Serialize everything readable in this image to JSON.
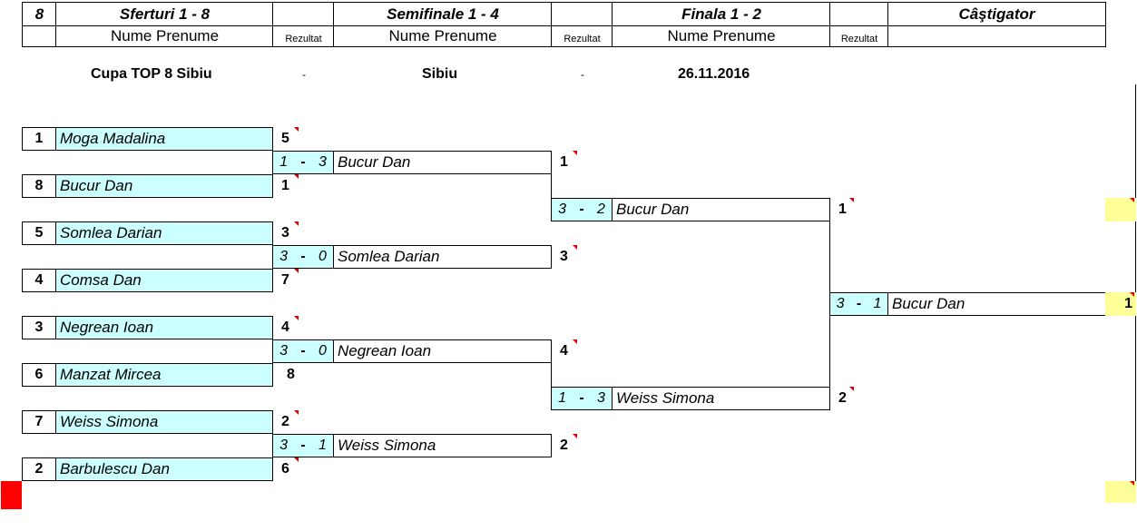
{
  "header": {
    "draw_size": "8",
    "col_round1": "Sferturi 1 - 8",
    "col_round2": "Semifinale 1 - 4",
    "col_round3": "Finala 1 - 2",
    "col_winner": "Câştigator",
    "sub_name": "Nume Prenume",
    "sub_result": "Rezultat"
  },
  "info": {
    "tournament": "Cupa TOP 8 Sibiu",
    "city": "Sibiu",
    "date": "26.11.2016",
    "separator": "-"
  },
  "quarterfinal_players": [
    {
      "seed": "1",
      "name": "Moga Madalina",
      "score": "5"
    },
    {
      "seed": "8",
      "name": "Bucur Dan",
      "score": "1"
    },
    {
      "seed": "5",
      "name": "Somlea Darian",
      "score": "3"
    },
    {
      "seed": "4",
      "name": "Comsa Dan",
      "score": "7"
    },
    {
      "seed": "3",
      "name": "Negrean Ioan",
      "score": "4"
    },
    {
      "seed": "6",
      "name": "Manzat Mircea",
      "score": "8"
    },
    {
      "seed": "7",
      "name": "Weiss Simona",
      "score": "2"
    },
    {
      "seed": "2",
      "name": "Barbulescu Dan",
      "score": "6"
    }
  ],
  "semifinal_players": [
    {
      "a": "1",
      "dash": "-",
      "b": "3",
      "name": "Bucur Dan",
      "score": "1"
    },
    {
      "a": "3",
      "dash": "-",
      "b": "0",
      "name": "Somlea Darian",
      "score": "3"
    },
    {
      "a": "3",
      "dash": "-",
      "b": "0",
      "name": "Negrean Ioan",
      "score": "4"
    },
    {
      "a": "3",
      "dash": "-",
      "b": "1",
      "name": "Weiss Simona",
      "score": "2"
    }
  ],
  "final_players": [
    {
      "a": "3",
      "dash": "-",
      "b": "2",
      "name": "Bucur Dan",
      "score": "1"
    },
    {
      "a": "1",
      "dash": "-",
      "b": "3",
      "name": "Weiss Simona",
      "score": "2"
    }
  ],
  "winner": {
    "a": "3",
    "dash": "-",
    "b": "1",
    "name": "Bucur Dan",
    "score": "1"
  },
  "colors": {
    "cyan": "#ccffff",
    "yellow": "#ffff99",
    "red": "#ff0000",
    "corner": "#e00000"
  }
}
